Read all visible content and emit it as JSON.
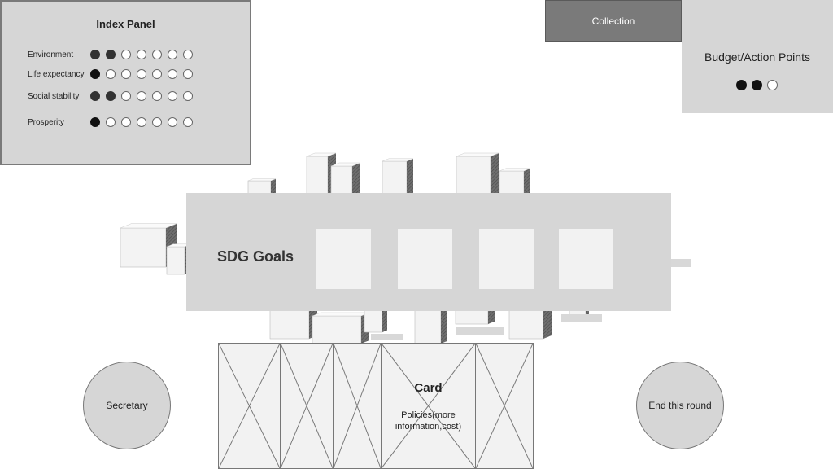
{
  "index_panel": {
    "title": "Index Panel",
    "rows": [
      {
        "label": "Environment",
        "filled": 2,
        "total": 7
      },
      {
        "label": "Life expectancy",
        "filled": 1,
        "total": 7
      },
      {
        "label": "Social stability",
        "filled": 2,
        "total": 7
      },
      {
        "label": "Prosperity",
        "filled": 1,
        "total": 7
      }
    ]
  },
  "collection": {
    "label": "Collection"
  },
  "budget": {
    "title": "Budget/Action Points",
    "filled": 2,
    "total": 3
  },
  "sdg": {
    "title": "SDG Goals",
    "slot_count": 4
  },
  "card": {
    "title": "Card",
    "description": "Policies(more information,cost)"
  },
  "secretary": {
    "label": "Secretary"
  },
  "end_round": {
    "label": "End this round"
  },
  "colors": {
    "panel_gray": "#d6d6d6",
    "button_dark": "#7a7a7a",
    "dot_filled": "#111111"
  }
}
